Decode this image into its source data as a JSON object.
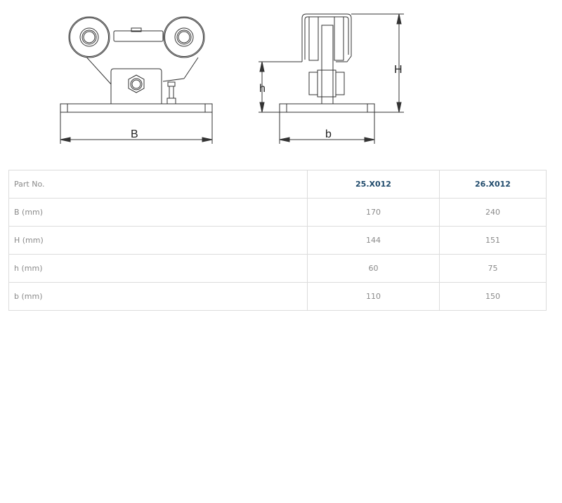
{
  "drawing": {
    "label_B": "B",
    "label_H": "H",
    "label_h": "h",
    "label_b": "b"
  },
  "table": {
    "header": {
      "label": "Part No.",
      "cols": [
        "25.X012",
        "26.X012"
      ]
    },
    "rows": [
      {
        "label": "B (mm)",
        "values": [
          "170",
          "240"
        ]
      },
      {
        "label": "H (mm)",
        "values": [
          "144",
          "151"
        ]
      },
      {
        "label": "h (mm)",
        "values": [
          "60",
          "75"
        ]
      },
      {
        "label": "b (mm)",
        "values": [
          "110",
          "150"
        ]
      }
    ]
  },
  "colors": {
    "header_text": "#1f4a6b",
    "body_text": "#8a8a8a",
    "border": "#dcdcdc"
  }
}
